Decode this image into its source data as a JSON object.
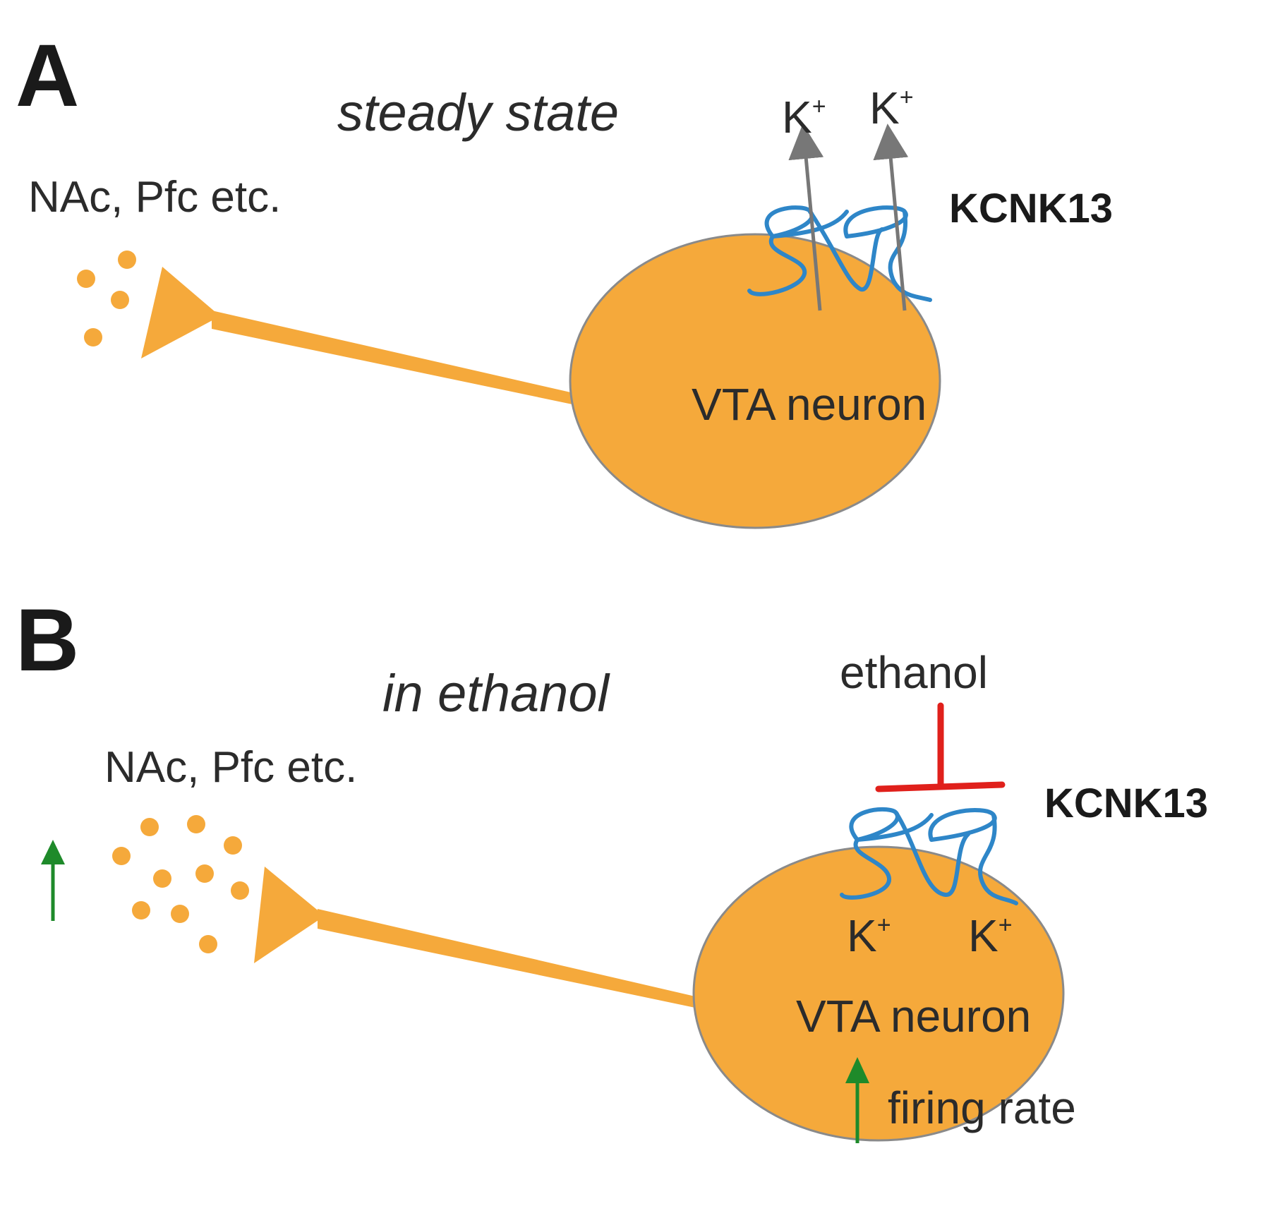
{
  "panel_a": {
    "letter": "A",
    "condition": "steady state",
    "source_label": "NAc, Pfc etc.",
    "channel_label": "KCNK13",
    "neuron_label": "VTA neuron",
    "ion_1": "K",
    "ion_2": "K",
    "ion_charge": "+"
  },
  "panel_b": {
    "letter": "B",
    "condition": "in ethanol",
    "source_label": "NAc, Pfc etc.",
    "channel_label": "KCNK13",
    "neuron_label": "VTA neuron",
    "drug_label": "ethanol",
    "ion_1": "K",
    "ion_2": "K",
    "ion_charge": "+",
    "effect_label": "firing rate"
  },
  "colors": {
    "neuron_fill": "#F5A93B",
    "neuron_stroke": "#8a8a8a",
    "channel": "#2E86C8",
    "ion_arrow": "#777777",
    "inhibition": "#E0201B",
    "increase_arrow": "#1E8A2A"
  }
}
